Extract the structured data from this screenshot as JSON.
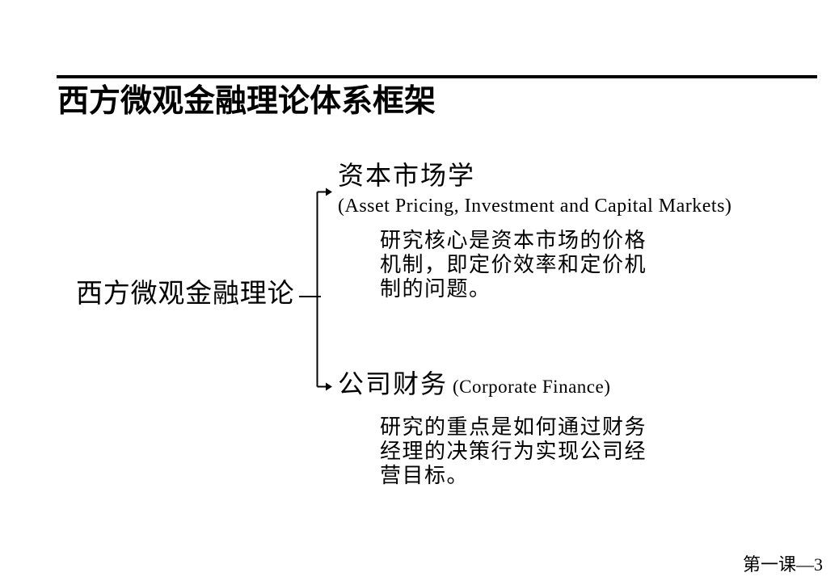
{
  "page": {
    "title": "西方微观金融理论体系框架",
    "footer": "第一课—3",
    "colors": {
      "background": "#ffffff",
      "text": "#000000",
      "divider": "#000000",
      "connector": "#000000"
    }
  },
  "diagram": {
    "root_label": "西方微观金融理论",
    "icons": [
      "arrow-right-icon",
      "arrow-right-icon"
    ],
    "branches": [
      {
        "title_zh": "资本市场学",
        "title_en": "(Asset Pricing, Investment and Capital Markets)",
        "description_lines": [
          "研究核心是资本市场的价格",
          "机制，即定价效率和定价机",
          "制的问题。"
        ]
      },
      {
        "title_zh": "公司财务",
        "title_en": "(Corporate Finance)",
        "description_lines": [
          "研究的重点是如何通过财务",
          "经理的决策行为实现公司经",
          "营目标。"
        ]
      }
    ]
  }
}
